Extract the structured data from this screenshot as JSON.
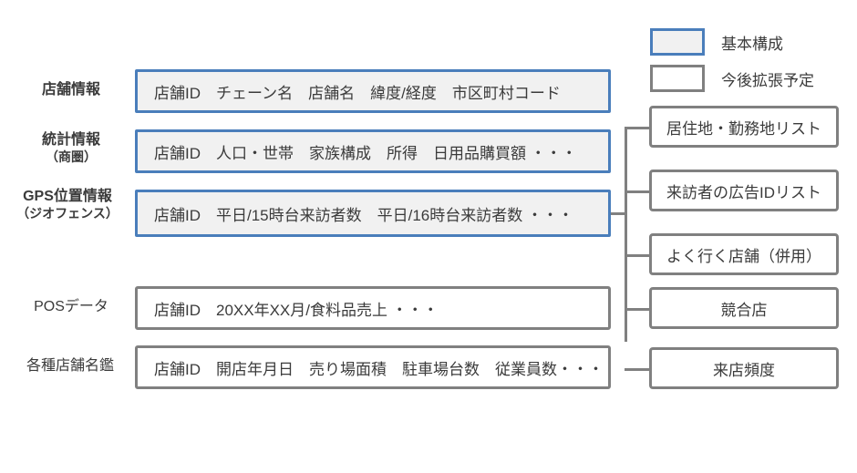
{
  "legend": {
    "items": [
      {
        "label": "基本構成",
        "style": "basic",
        "swatch_name": "legend-swatch-basic"
      },
      {
        "label": "今後拡張予定",
        "style": "future",
        "swatch_name": "legend-swatch-future"
      }
    ]
  },
  "rows": [
    {
      "label": "店舗情報",
      "sublabel": "",
      "bold": true,
      "style": "basic",
      "fields": "店舗ID　チェーン名　店舗名　緯度/経度　市区町村コード"
    },
    {
      "label": "統計情報",
      "sublabel": "（商圏）",
      "bold": true,
      "style": "basic",
      "fields": "店舗ID　人口・世帯　家族構成　所得　日用品購買額 ・・・"
    },
    {
      "label": "GPS位置情報",
      "sublabel": "（ジオフェンス）",
      "bold": true,
      "style": "basic",
      "fields": "店舗ID　平日/15時台来訪者数　平日/16時台来訪者数 ・・・"
    },
    {
      "label": "POSデータ",
      "sublabel": "",
      "bold": false,
      "style": "future",
      "fields": "店舗ID　20XX年XX月/食料品売上 ・・・"
    },
    {
      "label": "各種店舗名鑑",
      "sublabel": "",
      "bold": false,
      "style": "future",
      "fields": "店舗ID　開店年月日　売り場面積　駐車場台数　従業員数・・・"
    }
  ],
  "expansions": [
    {
      "label": "居住地・勤務地リスト"
    },
    {
      "label": "来訪者の広告IDリスト"
    },
    {
      "label": "よく行く店舗（併用）"
    },
    {
      "label": "競合店"
    },
    {
      "label": "来店頻度"
    }
  ],
  "colors": {
    "basic_border": "#4a7ebb",
    "basic_fill": "#f1f1f1",
    "future_border": "#808080",
    "future_fill": "#ffffff",
    "text": "#3b3b3b",
    "connector": "#808080"
  }
}
